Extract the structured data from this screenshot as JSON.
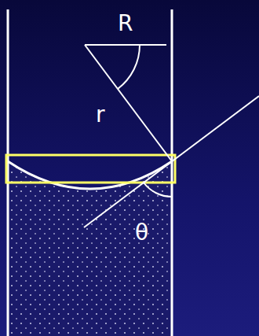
{
  "diagram": {
    "labels": [
      "R",
      "r",
      "θ"
    ]
  }
}
